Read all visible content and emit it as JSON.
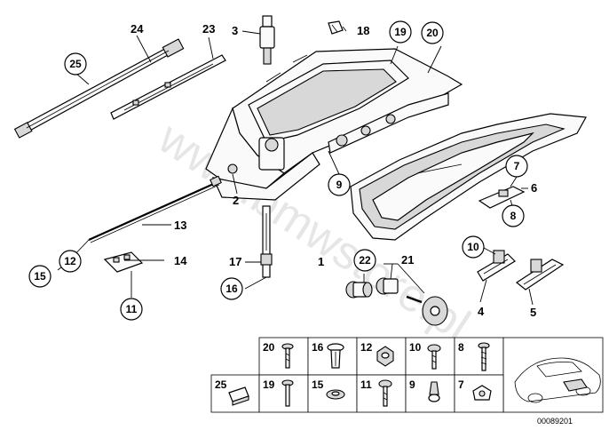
{
  "watermark": "www.bmwstore.pl",
  "diagram_code": "00089201",
  "callouts": {
    "p1": "1",
    "p2": "2",
    "p3": "3",
    "p4": "4",
    "p5": "5",
    "p6": "6",
    "p7": "7",
    "p8": "8",
    "p9": "9",
    "p10": "10",
    "p11": "11",
    "p12": "12",
    "p13": "13",
    "p14": "14",
    "p15": "15",
    "p16": "16",
    "p17": "17",
    "p18": "18",
    "p19": "19",
    "p20": "20",
    "p21": "21",
    "p22": "22",
    "p23": "23",
    "p24": "24",
    "p25": "25"
  },
  "hardware_table": {
    "row1": [
      "20",
      "16",
      "12",
      "10",
      "8"
    ],
    "row2": [
      "25",
      "19",
      "15",
      "11",
      "9",
      "7"
    ]
  },
  "icons": [
    "car-silhouette-icon",
    "screw-icon",
    "clip-icon",
    "nut-icon",
    "washer-icon",
    "bracket-icon"
  ]
}
